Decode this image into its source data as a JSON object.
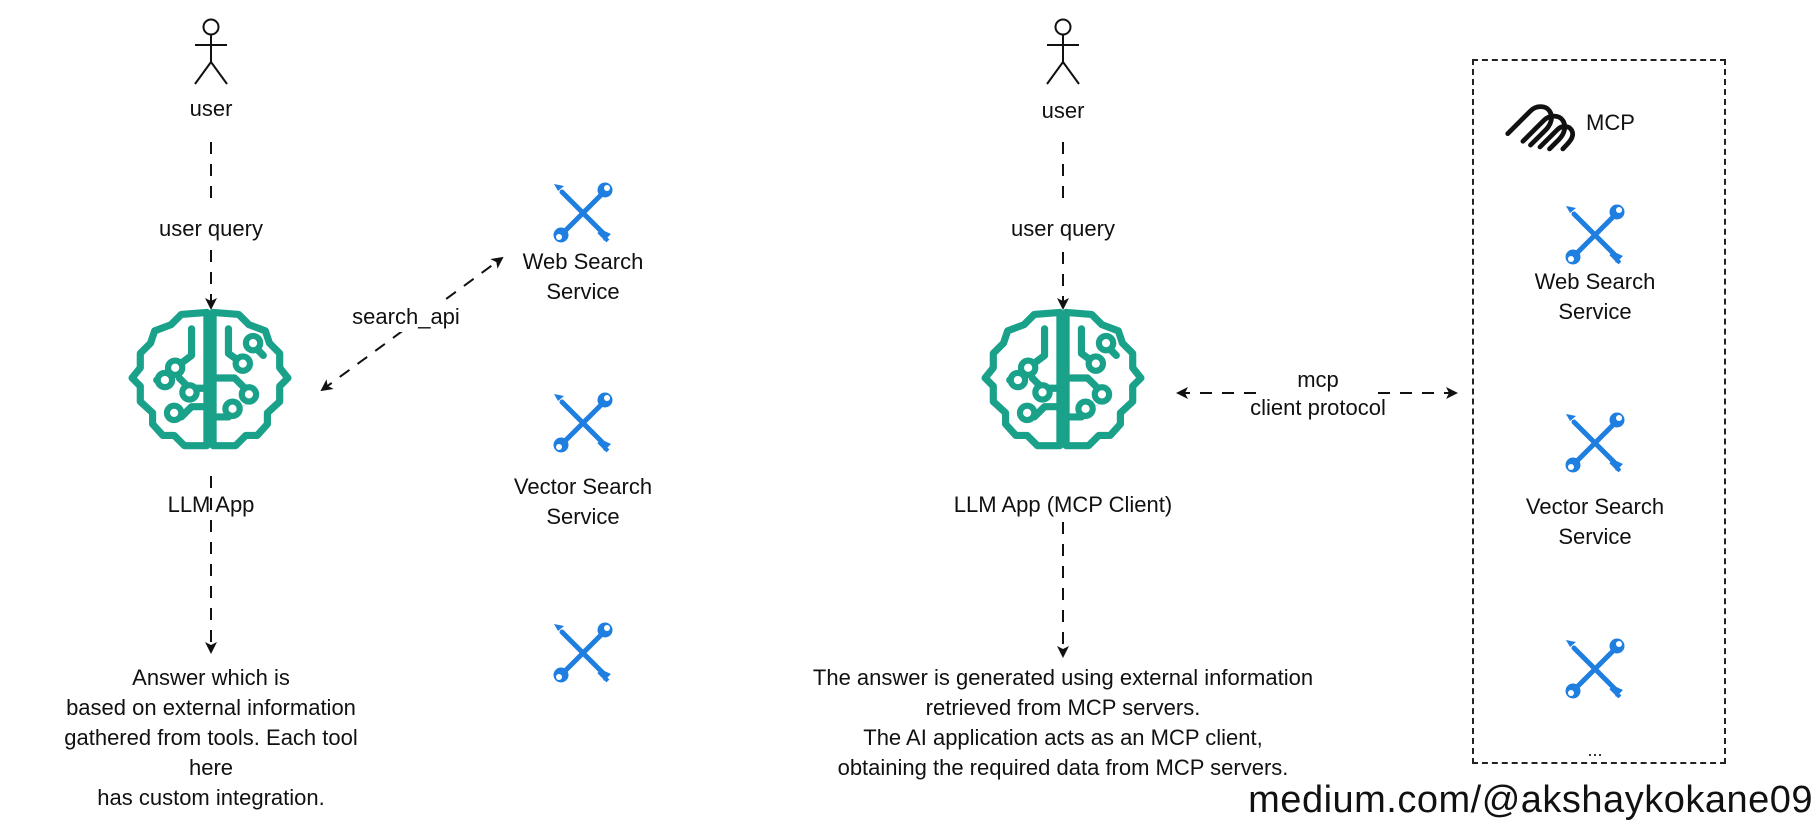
{
  "colors": {
    "brain": "#1aa189",
    "tool": "#1f7fe0",
    "line": "#111111"
  },
  "icons": {
    "user": "stick-figure-icon",
    "llm": "brain-circuit-icon",
    "tool": "crossed-tools-icon",
    "mcp": "mcp-logo-icon"
  },
  "left": {
    "user_label": "user",
    "query_label": "user query",
    "app_label": "LLM App",
    "api_label": "search_api",
    "tools": [
      {
        "label": "Web Search\nService"
      },
      {
        "label": "Vector Search\nService"
      },
      {
        "label": ""
      }
    ],
    "answer": "Answer which is\nbased on external information\ngathered from tools. Each tool here\nhas custom integration."
  },
  "right": {
    "user_label": "user",
    "query_label": "user query",
    "app_label": "LLM App (MCP Client)",
    "protocol_label": "mcp\nclient protocol",
    "mcp_title": "MCP",
    "tools": [
      {
        "label": "Web Search\nService"
      },
      {
        "label": "Vector Search\nService"
      },
      {
        "label": ""
      }
    ],
    "more": "...",
    "answer": "The answer is generated using external information\nretrieved from MCP servers.\nThe AI application acts as an MCP client,\nobtaining the required data from MCP servers."
  },
  "watermark": "medium.com/@akshaykokane09"
}
